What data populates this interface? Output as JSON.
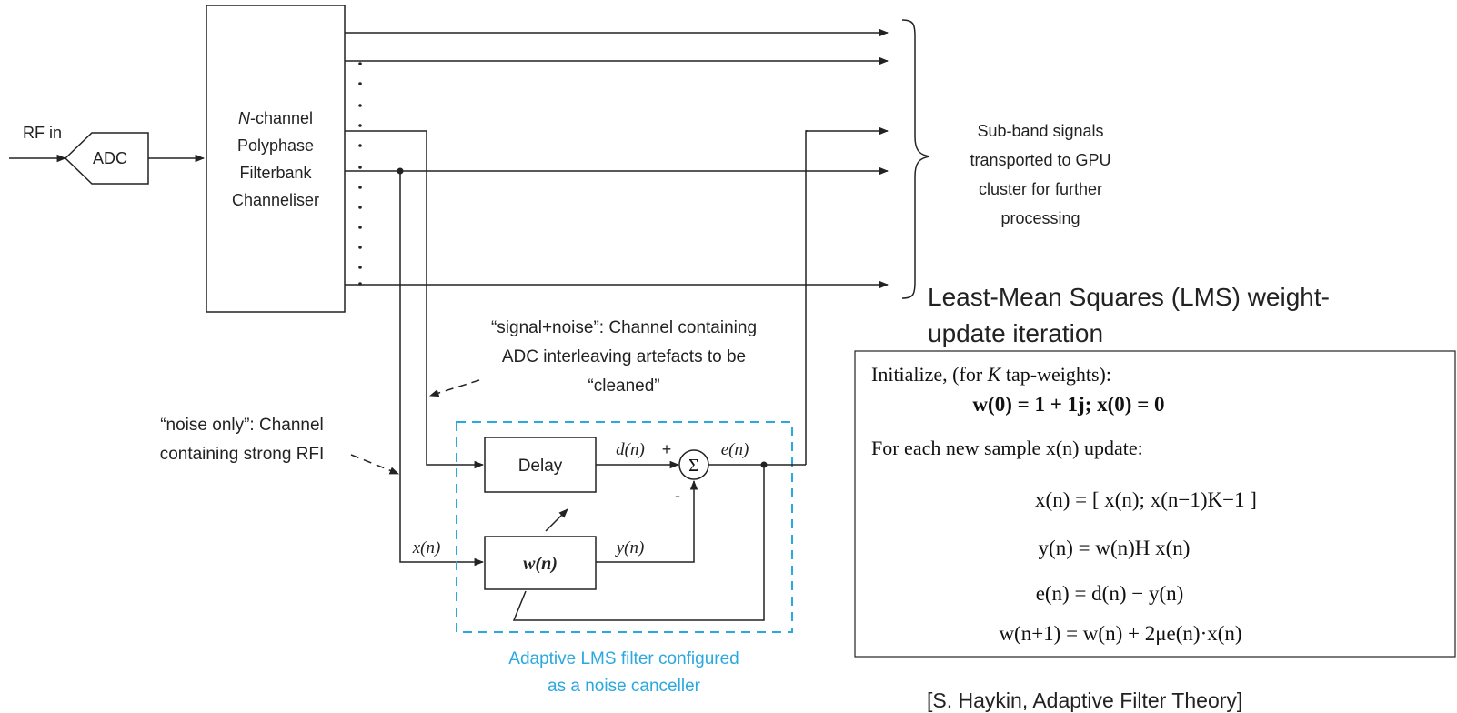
{
  "blocks": {
    "rf_in": "RF in",
    "adc": "ADC",
    "pfb_line1_prefix": "N",
    "pfb_line1_suffix": "-channel",
    "pfb_line2": "Polyphase",
    "pfb_line3": "Filterbank",
    "pfb_line4": "Channeliser",
    "delay": "Delay",
    "weight": "w(n)",
    "sum": "Σ"
  },
  "signals": {
    "dn": "d(n)",
    "plus": "+",
    "minus": "-",
    "en": "e(n)",
    "yn": "y(n)",
    "xn": "x(n)"
  },
  "annotations": {
    "subband": [
      "Sub-band signals",
      "transported to GPU",
      "cluster for further",
      "processing"
    ],
    "signal_noise": [
      "“signal+noise”: Channel containing",
      "ADC interleaving artefacts to be",
      "“cleaned”"
    ],
    "noise_only": [
      "“noise only”: Channel",
      "containing strong RFI"
    ],
    "adaptive_caption": [
      "Adaptive LMS filter configured",
      "as a noise canceller"
    ]
  },
  "lms": {
    "heading_line1": "Least-Mean Squares (LMS) weight-",
    "heading_line2": "update iteration",
    "init_prefix": "Initialize, (for ",
    "init_K": "K",
    "init_suffix": " tap-weights):",
    "eq_init": "w(0) = 1 + 1j; x(0) = 0",
    "for_each": "For each new sample  x(n) update:",
    "eq1": "x(n) = [ x(n); x(n−1)K−1 ]",
    "eq2": "y(n) = w(n)H x(n)",
    "eq3": "e(n) = d(n) − y(n)",
    "eq4": "w(n+1) = w(n) + 2μe(n)·x(n)",
    "citation": "[S. Haykin, Adaptive Filter Theory]"
  },
  "colors": {
    "accent_cyan": "#2aa8e0",
    "line": "#222222"
  }
}
